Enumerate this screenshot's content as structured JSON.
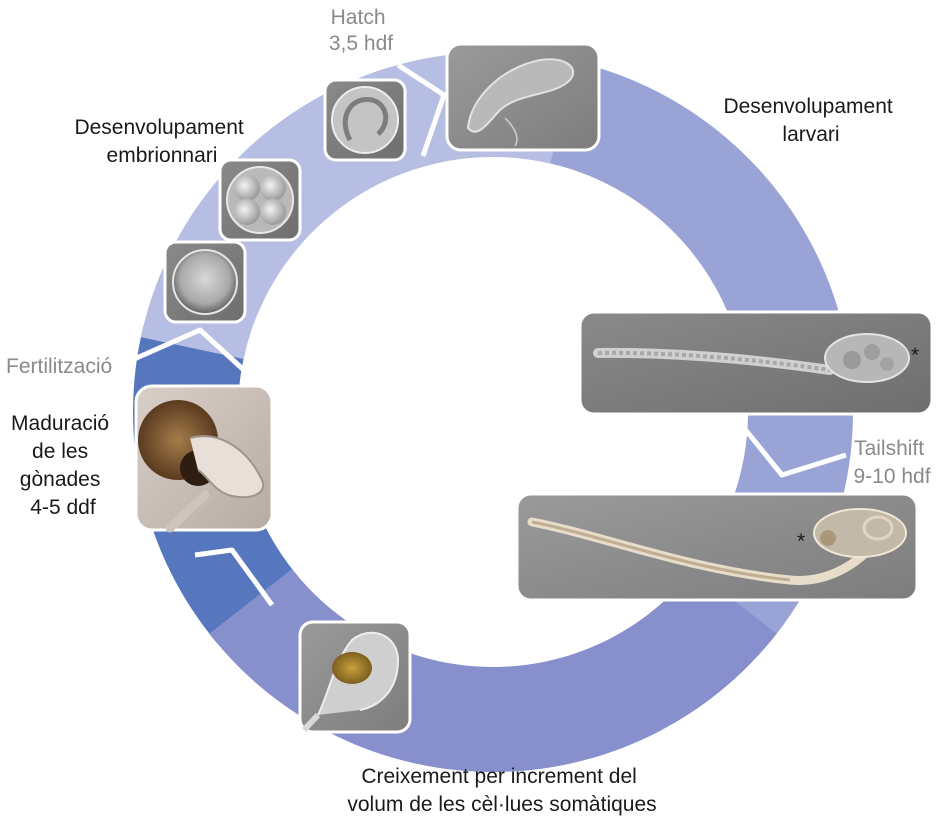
{
  "labels": {
    "hatch": [
      "Hatch",
      "3,5 hdf"
    ],
    "embryonic": [
      "Desenvolupament",
      "embrionnari"
    ],
    "larval": [
      "Desenvolupament",
      "larvari"
    ],
    "fertilization": "Fertilització",
    "gonad": [
      "Maduració",
      "de les",
      "gònades",
      "4-5 ddf"
    ],
    "tailshift": [
      "Tailshift",
      "9-10 hdf"
    ],
    "growth": [
      "Creixement per increment del",
      "volum de les cèl·lues somàtiques"
    ],
    "asterisk_marker": "*"
  },
  "colors": {
    "ring_embryonic": "#b6bee3",
    "ring_larval": "#9aa3d5",
    "ring_juvenile": "#8790cc",
    "ring_adult": "#5677bd",
    "label_dark": "#1a1a1a",
    "label_gray": "#8a8a8a"
  },
  "stages": [
    {
      "name": "embryonic development",
      "color_key": "ring_embryonic"
    },
    {
      "name": "larval development",
      "color_key": "ring_larval"
    },
    {
      "name": "somatic growth",
      "color_key": "ring_juvenile"
    },
    {
      "name": "gonad maturation",
      "color_key": "ring_adult"
    }
  ]
}
